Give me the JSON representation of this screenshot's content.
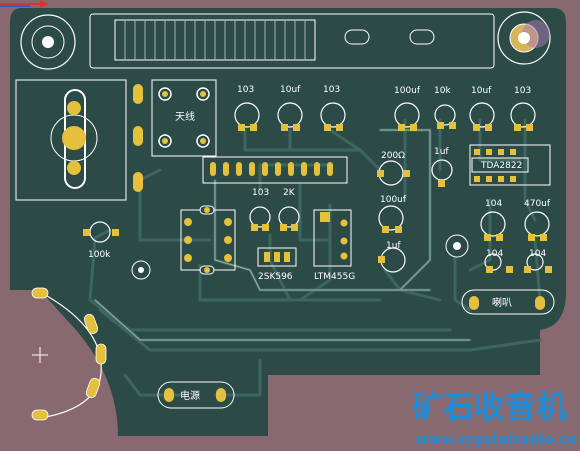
{
  "board": {
    "colors": {
      "background": "#87696f",
      "board": "#2c4a46",
      "trace": "#3d6660",
      "trace_light": "#8fa8a4",
      "pad": "#e5c03c",
      "silk": "#ffffff",
      "watermark": "#1f8ad6"
    }
  },
  "labels": {
    "c103_a": "103",
    "c10uf_a": "10uf",
    "c103_b": "103",
    "c100uf_a": "100uf",
    "r10k": "10k",
    "c10uf_b": "10uf",
    "c103_c": "103",
    "antenna": "天线",
    "r200": "200Ω",
    "c1uf_a": "1uf",
    "ic_tda": "TDA2822",
    "c103_d": "103",
    "r2k": "2K",
    "c100uf_b": "100uf",
    "c104_a": "104",
    "c470uf": "470uf",
    "r100k": "100k",
    "q2sk596": "2SK596",
    "ltm455g": "LTM455G",
    "c1uf_b": "1uf",
    "c104_b": "104",
    "c104_c": "104",
    "speaker": "喇叭",
    "power": "电源"
  },
  "watermark": {
    "title": "矿石收音机",
    "url": "www.crystalradio.cn"
  }
}
